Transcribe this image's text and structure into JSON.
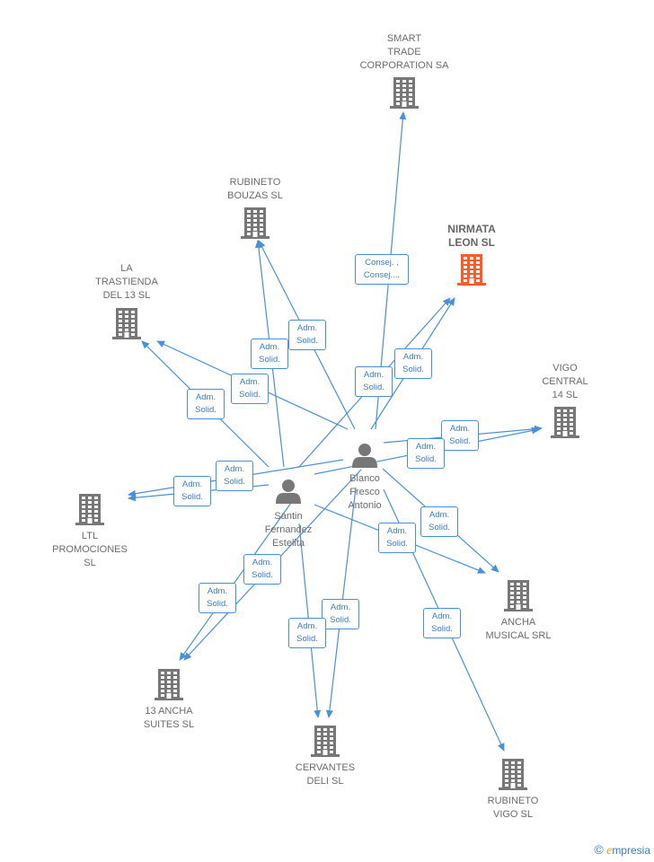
{
  "colors": {
    "edge": "#4a90d9",
    "node_company": "#777777",
    "node_focus": "#ff5a2a",
    "node_person": "#777777"
  },
  "companies": [
    {
      "id": "smart-trade",
      "label": "SMART\nTRADE\nCORPORATION SA",
      "icon": "building-icon"
    },
    {
      "id": "rubineto-bouzas",
      "label": "RUBINETO\nBOUZAS  SL",
      "icon": "building-icon"
    },
    {
      "id": "nirmata-leon",
      "label": "NIRMATA\nLEON  SL",
      "icon": "building-icon",
      "focus": true
    },
    {
      "id": "la-trastienda",
      "label": "LA\nTRASTIENDA\nDEL 13 SL",
      "icon": "building-icon"
    },
    {
      "id": "vigo-central",
      "label": "VIGO\nCENTRAL\n14  SL",
      "icon": "building-icon"
    },
    {
      "id": "ltl-promociones",
      "label": "LTL\nPROMOCIONES\nSL",
      "icon": "building-icon"
    },
    {
      "id": "ancha-musical",
      "label": "ANCHA\nMUSICAL SRL",
      "icon": "building-icon"
    },
    {
      "id": "13-ancha-suites",
      "label": "13 ANCHA\nSUITES  SL",
      "icon": "building-icon"
    },
    {
      "id": "cervantes-deli",
      "label": "CERVANTES\nDELI  SL",
      "icon": "building-icon"
    },
    {
      "id": "rubineto-vigo",
      "label": "RUBINETO\nVIGO  SL",
      "icon": "building-icon"
    }
  ],
  "people": [
    {
      "id": "blanco",
      "label": "Blanco\nFresco\nAntonio",
      "icon": "person-icon"
    },
    {
      "id": "santin",
      "label": "Santin\nFernandez\nEstelita",
      "icon": "person-icon"
    }
  ],
  "edges": [
    {
      "from": "blanco",
      "to": "smart-trade",
      "label": "Consej. ,\nConsej...."
    },
    {
      "from": "blanco",
      "to": "rubineto-bouzas",
      "label": "Adm.\nSolid."
    },
    {
      "from": "santin",
      "to": "rubineto-bouzas",
      "label": "Adm.\nSolid."
    },
    {
      "from": "blanco",
      "to": "nirmata-leon",
      "label": "Adm.\nSolid."
    },
    {
      "from": "santin",
      "to": "nirmata-leon",
      "label": "Adm.\nSolid."
    },
    {
      "from": "blanco",
      "to": "la-trastienda",
      "label": "Adm.\nSolid."
    },
    {
      "from": "santin",
      "to": "la-trastienda",
      "label": "Adm.\nSolid."
    },
    {
      "from": "blanco",
      "to": "vigo-central",
      "label": "Adm.\nSolid."
    },
    {
      "from": "santin",
      "to": "vigo-central",
      "label": "Adm.\nSolid."
    },
    {
      "from": "blanco",
      "to": "ltl-promociones",
      "label": "Adm.\nSolid."
    },
    {
      "from": "santin",
      "to": "ltl-promociones",
      "label": "Adm.\nSolid."
    },
    {
      "from": "blanco",
      "to": "ancha-musical",
      "label": "Adm.\nSolid."
    },
    {
      "from": "santin",
      "to": "ancha-musical",
      "label": "Adm.\nSolid."
    },
    {
      "from": "blanco",
      "to": "13-ancha-suites",
      "label": "Adm.\nSolid."
    },
    {
      "from": "santin",
      "to": "13-ancha-suites",
      "label": "Adm.\nSolid."
    },
    {
      "from": "blanco",
      "to": "cervantes-deli",
      "label": "Adm.\nSolid."
    },
    {
      "from": "santin",
      "to": "cervantes-deli",
      "label": "Adm.\nSolid."
    },
    {
      "from": "blanco",
      "to": "rubineto-vigo",
      "label": "Adm.\nSolid."
    }
  ],
  "footer": {
    "copyright": "©",
    "brand_initial": "e",
    "brand_rest": "mpresia"
  }
}
